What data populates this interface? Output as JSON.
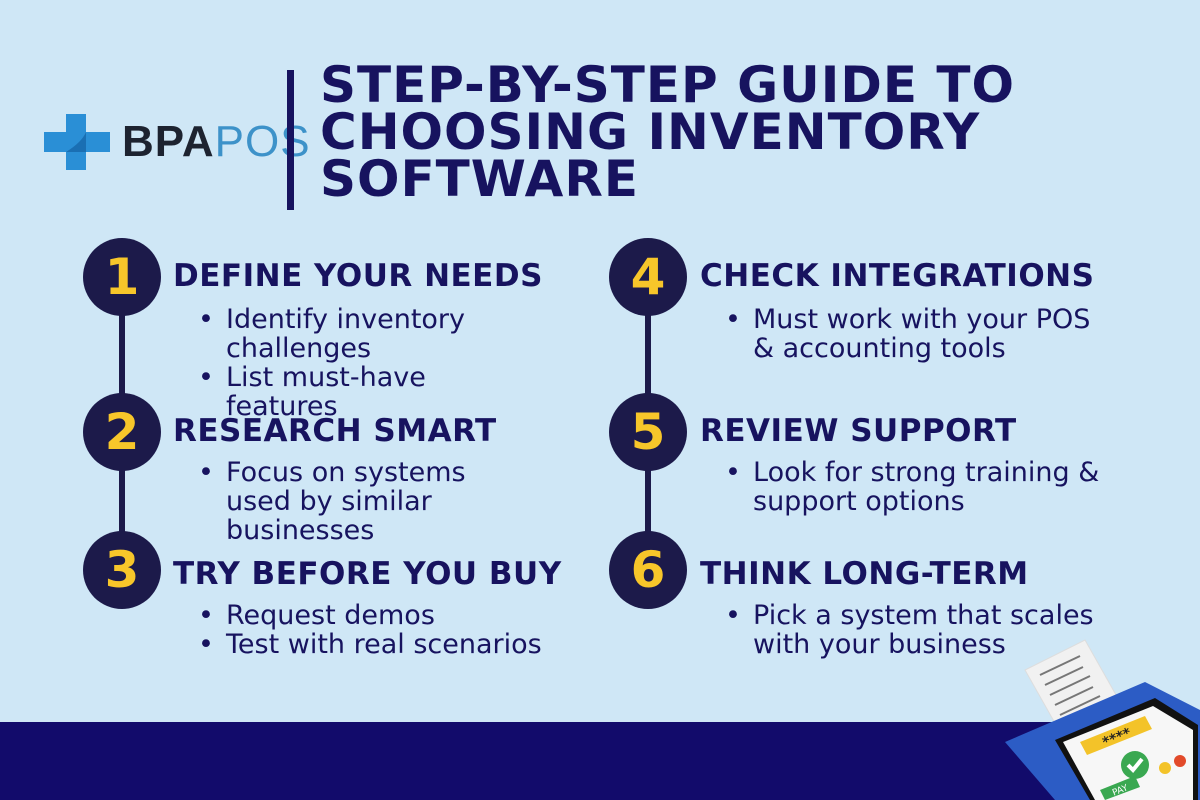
{
  "logo": {
    "bold": "BPA",
    "light": "POS"
  },
  "title": {
    "lines": [
      "STEP-BY-STEP GUIDE TO",
      "CHOOSING INVENTORY",
      "SOFTWARE"
    ]
  },
  "steps": [
    {
      "number": "1",
      "heading": "DEFINE YOUR NEEDS",
      "bullets": [
        "Identify inventory challenges",
        "List must-have features"
      ]
    },
    {
      "number": "2",
      "heading": "RESEARCH SMART",
      "bullets": [
        "Focus on systems used by similar businesses"
      ]
    },
    {
      "number": "3",
      "heading": "TRY BEFORE YOU BUY",
      "bullets": [
        "Request demos",
        "Test with real scenarios"
      ]
    },
    {
      "number": "4",
      "heading": "CHECK INTEGRATIONS",
      "bullets": [
        "Must work with your POS & accounting tools"
      ]
    },
    {
      "number": "5",
      "heading": "REVIEW SUPPORT",
      "bullets": [
        "Look for strong training & support options"
      ]
    },
    {
      "number": "6",
      "heading": "THINK LONG-TERM",
      "bullets": [
        "Pick a system that scales with your business"
      ]
    }
  ],
  "pos_terminal": {
    "pin": "****",
    "pay_label": "PAY"
  },
  "colors": {
    "background": "#cfe7f6",
    "navy": "#17135f",
    "number": "#f7c62a",
    "band": "#120b6b"
  }
}
